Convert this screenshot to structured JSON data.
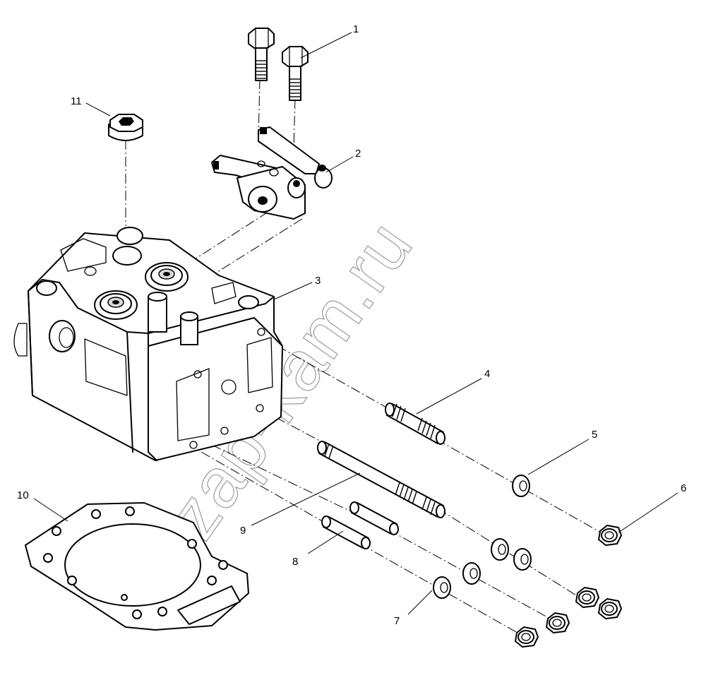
{
  "watermark": "zap-kam.ru",
  "callouts": [
    "1",
    "2",
    "3",
    "4",
    "5",
    "6",
    "7",
    "8",
    "9",
    "10",
    "11"
  ],
  "parts": {
    "1": "bolt-icon",
    "2": "rocker-arm-icon",
    "3": "cylinder-head-icon",
    "4": "stud-icon",
    "5": "washer-icon",
    "6": "nut-icon",
    "7": "washer-icon",
    "8": "stud-icon",
    "9": "long-stud-icon",
    "10": "gasket-icon",
    "11": "plug-icon"
  }
}
